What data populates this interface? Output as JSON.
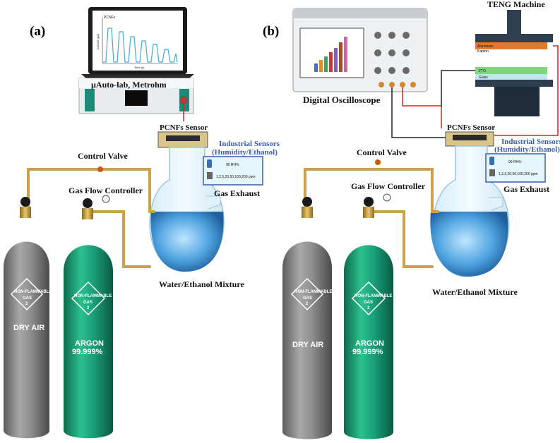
{
  "panels": [
    {
      "id": "a",
      "label": "(a)",
      "instrument_label": "µAuto-lab, Metrohm",
      "screen": {
        "legend": "PCNFs",
        "ylabel": "Current (µA)",
        "xlabel": "Time (s)"
      },
      "sensor_label": "PCNFs Sensor",
      "industrial_sensor_title_1": "Industrial Sensors",
      "industrial_sensor_title_2": "(Humidity/Ethanol)",
      "humidity_reading": "90 RH%",
      "ppm_reading": "1,2,5,20,50,100,200 ppm",
      "control_valve": "Control Valve",
      "gas_flow_controller": "Gas Flow Controller",
      "gas_exhaust": "Gas Exhaust",
      "mixture": "Water/Ethanol Mixture",
      "tank_air": {
        "hazard_1": "NON-FLAMMABLE",
        "hazard_2": "GAS",
        "hazard_3": "2",
        "name": "DRY AIR"
      },
      "tank_argon": {
        "hazard_1": "NON-FLAMMABLE",
        "hazard_2": "GAS",
        "hazard_3": "2",
        "name": "ARGON",
        "purity": "99.999%"
      }
    },
    {
      "id": "b",
      "label": "(b)",
      "instrument_label": "Digital Oscilloscope",
      "teng_label": "TENG Machine",
      "teng_layer_top": "Aluminum",
      "teng_layer_top_2": "Kapton",
      "teng_layer_bottom": "FTO",
      "teng_layer_bottom_2": "Glass",
      "sensor_label": "PCNFs Sensor",
      "industrial_sensor_title_1": "Industrial Sensors",
      "industrial_sensor_title_2": "(Humidity/Ethanol)",
      "humidity_reading": "90 RH%",
      "ppm_reading": "1,2,5,20,50,100,200 ppm",
      "control_valve": "Control Valve",
      "gas_flow_controller": "Gas Flow Controller",
      "gas_exhaust": "Gas Exhaust",
      "mixture": "Water/Ethanol Mixture",
      "tank_air": {
        "hazard_1": "NON-FLAMMABLE",
        "hazard_2": "GAS",
        "hazard_3": "2",
        "name": "DRY AIR"
      },
      "tank_argon": {
        "hazard_1": "NON-FLAMMABLE",
        "hazard_2": "GAS",
        "hazard_3": "2",
        "name": "ARGON",
        "purity": "99.999%"
      }
    }
  ],
  "colors": {
    "air_tank": "#8a8a8a",
    "argon_tank": "#1fa07a",
    "pipe": "#c9a24a",
    "wire_red": "#e02020",
    "wire_black": "#222222",
    "sensor_box_border": "#3a5fb0",
    "flask_water": "#3b8fd0"
  }
}
